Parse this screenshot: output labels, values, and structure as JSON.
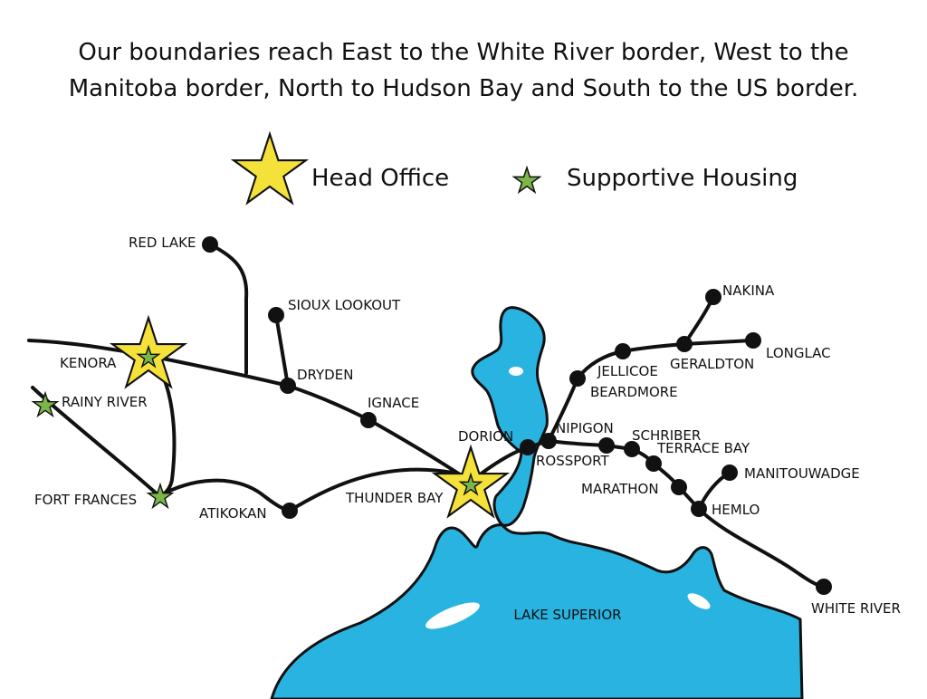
{
  "headline": {
    "line1": "Our boundaries reach East to the White River border, West to the",
    "line2": "Manitoba border, North to Hudson Bay and South to the US border."
  },
  "legend": {
    "head_office": "Head Office",
    "supportive_housing": "Supportive Housing"
  },
  "colors": {
    "lake": "#29b3e0",
    "route": "#111111",
    "head_office_star": "#f4e13a",
    "supportive_star": "#7ab648"
  },
  "lake_label": "LAKE SUPERIOR",
  "cities": {
    "red_lake": "RED LAKE",
    "sioux_lookout": "SIOUX LOOKOUT",
    "kenora": "KENORA",
    "dryden": "DRYDEN",
    "rainy_river": "RAINY RIVER",
    "ignace": "IGNACE",
    "fort_frances": "FORT FRANCES",
    "atikokan": "ATIKOKAN",
    "thunder_bay": "THUNDER BAY",
    "dorion": "DORION",
    "rossport": "ROSSPORT",
    "nipigon": "NIPIGON",
    "schriber": "SCHRIBER",
    "terrace_bay": "TERRACE BAY",
    "marathon": "MARATHON",
    "hemlo": "HEMLO",
    "manitouwadge": "MANITOUWADGE",
    "white_river": "WHITE RIVER",
    "beardmore": "BEARDMORE",
    "jellicoe": "JELLICOE",
    "geraldton": "GERALDTON",
    "nakina": "NAKINA",
    "longlac": "LONGLAC"
  }
}
